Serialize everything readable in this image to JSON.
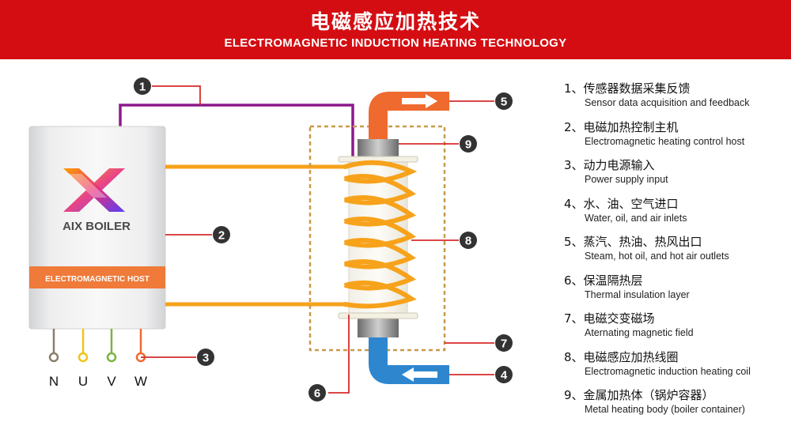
{
  "header": {
    "title_cn": "电磁感应加热技术",
    "title_en": "ELECTROMAGNETIC INDUCTION HEATING TECHNOLOGY"
  },
  "colors": {
    "header_red": "#d40d12",
    "coil_orange": "#f7a21b",
    "hot_pipe": "#ef6a2e",
    "cold_pipe": "#2e86cf",
    "sensor_purple": "#8b1a8b",
    "callout_red": "#d62b2b",
    "badge_dark": "#333333"
  },
  "device": {
    "brand": "AIX BOILER",
    "band_label": "ELECTROMAGNETIC HOST",
    "terminals": [
      "N",
      "U",
      "V",
      "W"
    ]
  },
  "callouts": [
    "1",
    "2",
    "3",
    "4",
    "5",
    "6",
    "7",
    "8",
    "9"
  ],
  "legend": [
    {
      "cn": "1、传感器数据采集反馈",
      "en": "Sensor data acquisition and feedback"
    },
    {
      "cn": "2、电磁加热控制主机",
      "en": "Electromagnetic heating control host"
    },
    {
      "cn": "3、动力电源输入",
      "en": "Power supply input"
    },
    {
      "cn": "4、水、油、空气进口",
      "en": "Water, oil, and air inlets"
    },
    {
      "cn": "5、蒸汽、热油、热风出口",
      "en": "Steam, hot oil, and hot air outlets"
    },
    {
      "cn": "6、保温隔热层",
      "en": "Thermal insulation layer"
    },
    {
      "cn": "7、电磁交变磁场",
      "en": "Aternating magnetic field"
    },
    {
      "cn": "8、电磁感应加热线圈",
      "en": "Electromagnetic induction heating coil"
    },
    {
      "cn": "9、金属加热体（锅炉容器）",
      "en": "Metal heating body (boiler container)"
    }
  ]
}
